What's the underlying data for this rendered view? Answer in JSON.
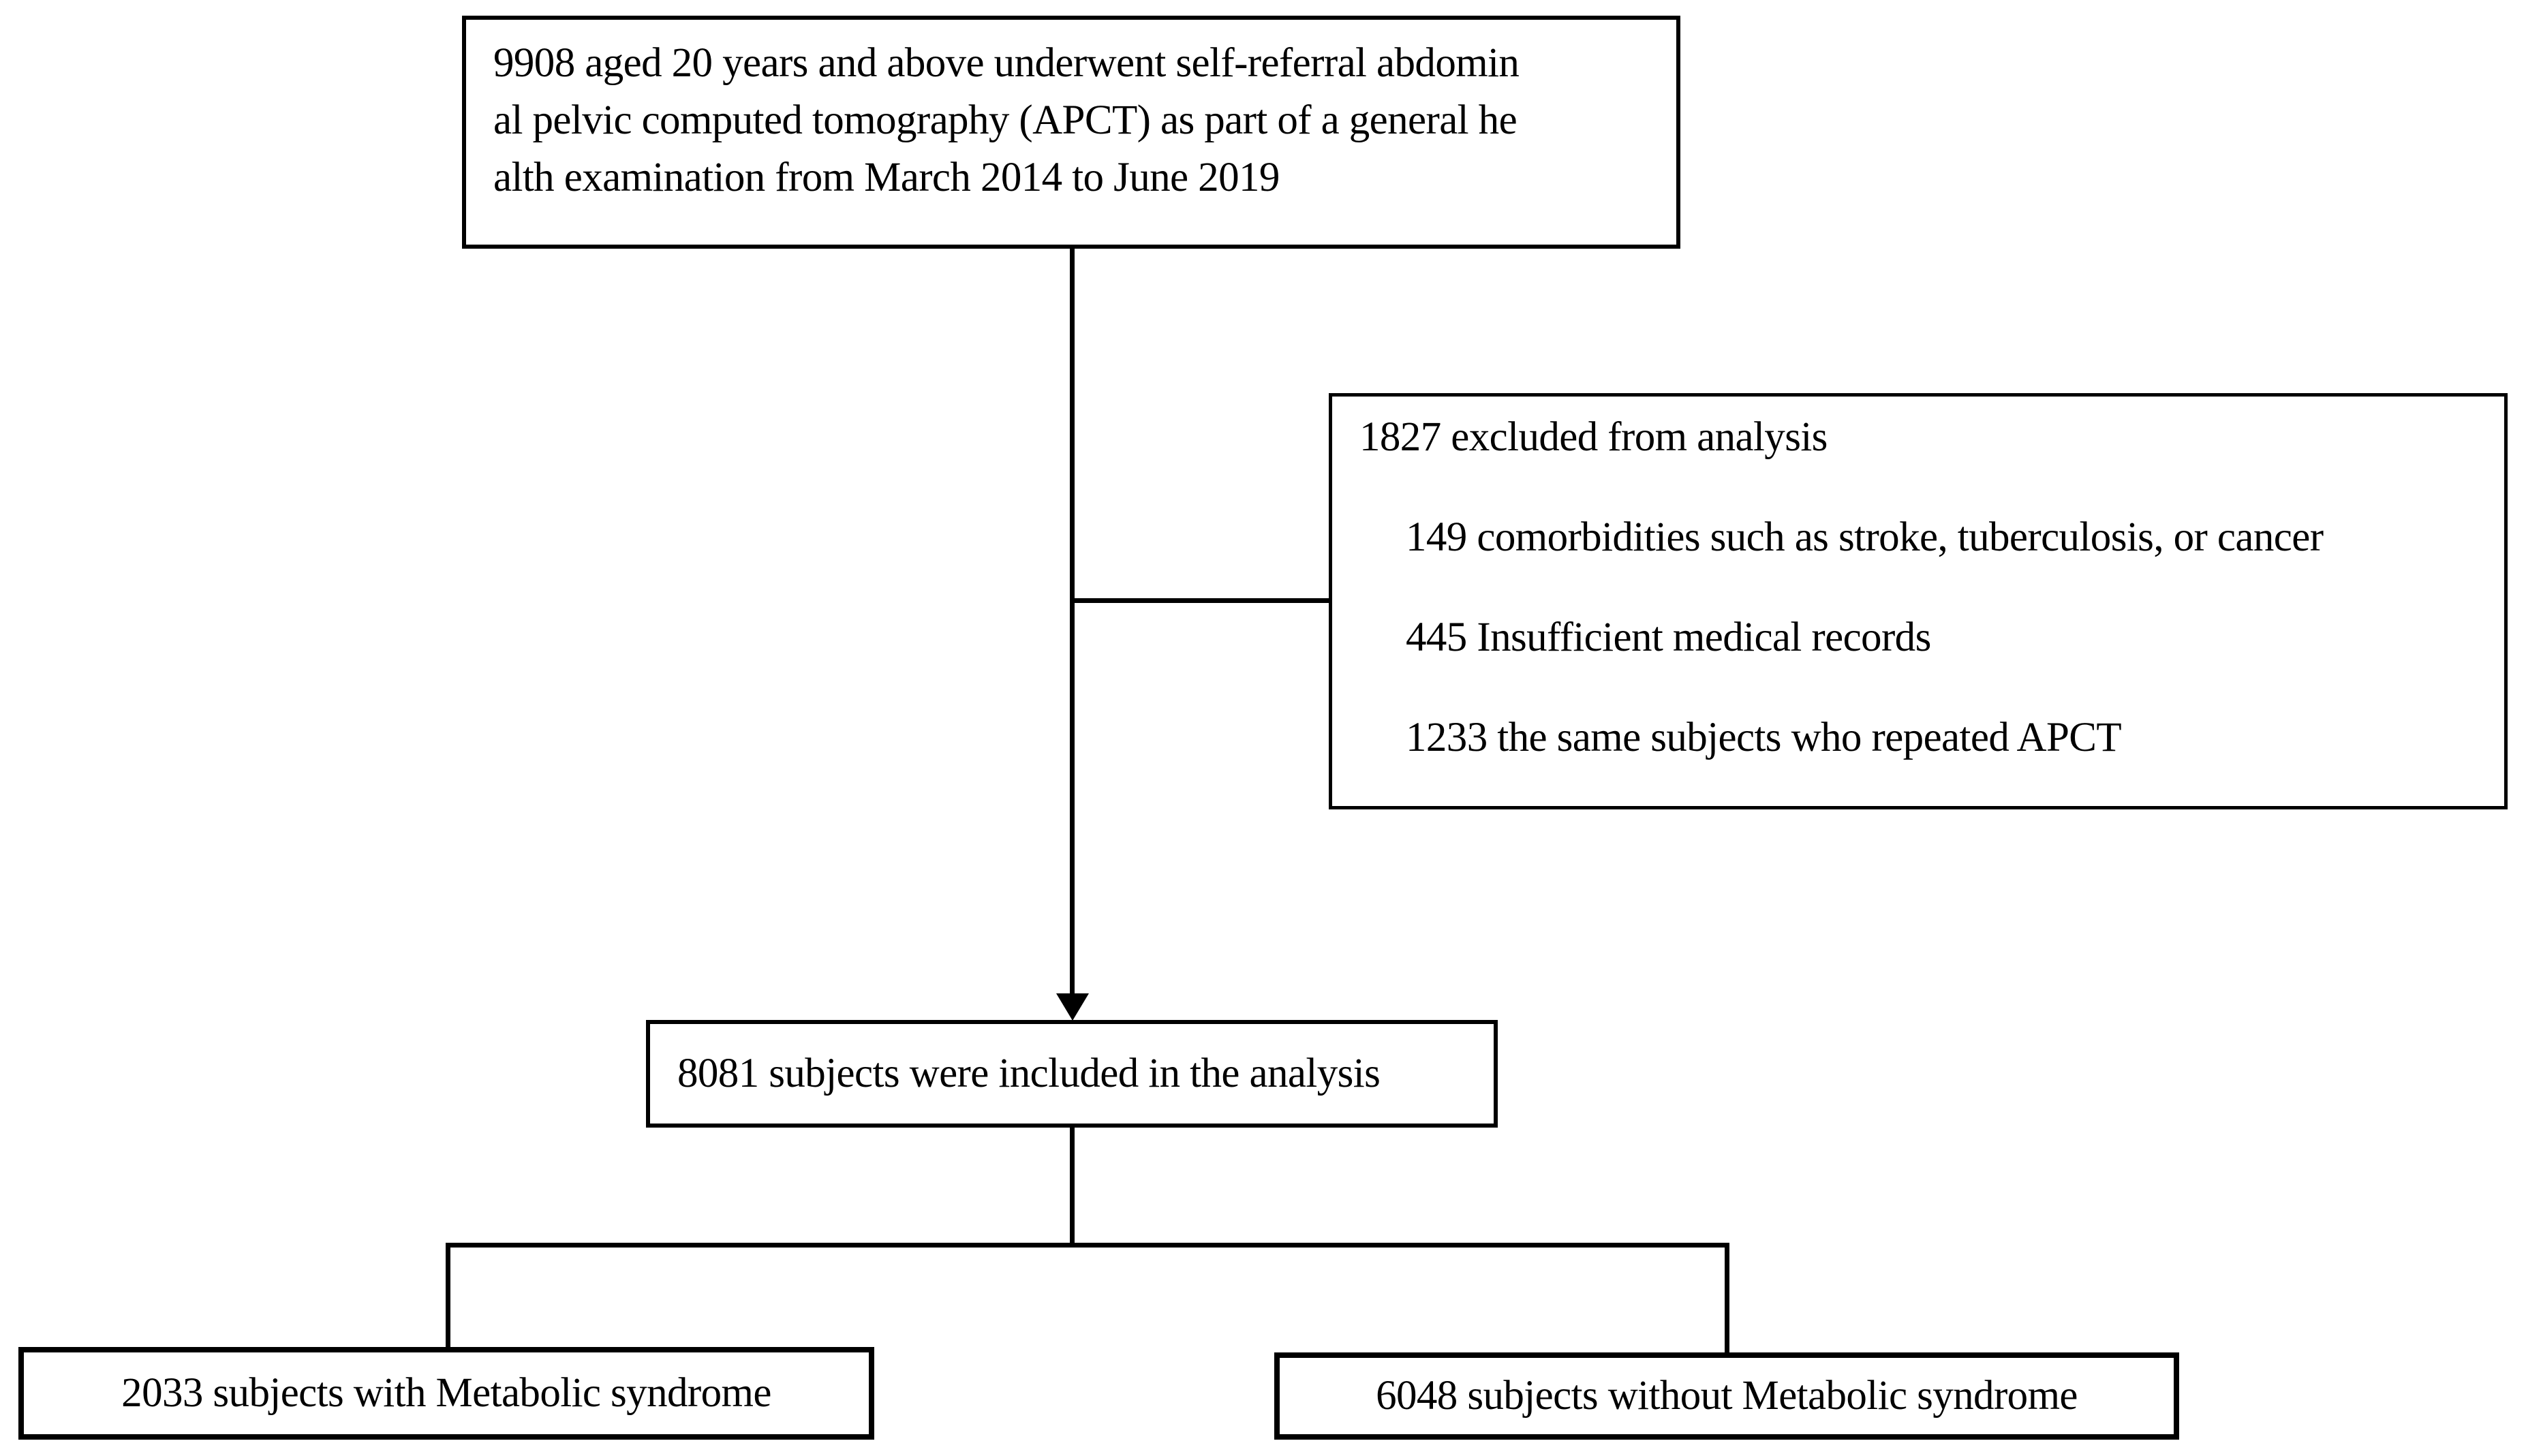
{
  "diagram": {
    "background_color": "#ffffff",
    "line_color": "#000000",
    "top_box": {
      "lines": [
        "9908 aged 20 years and above underwent self-referral abdomin",
        "al pelvic computed tomography (APCT) as part of a general he",
        "alth examination from March 2014 to June 2019"
      ]
    },
    "exclusion_box": {
      "heading": "1827 excluded from analysis",
      "items": [
        "149 comorbidities such as stroke, tuberculosis, or cancer",
        "445 Insufficient medical records",
        "1233 the same subjects who repeated APCT"
      ]
    },
    "included_box": {
      "label": "8081 subjects were included in the analysis"
    },
    "metabolic_box": {
      "label": "2033 subjects with Metabolic syndrome"
    },
    "no_metabolic_box": {
      "label": "6048 subjects without Metabolic syndrome"
    }
  }
}
